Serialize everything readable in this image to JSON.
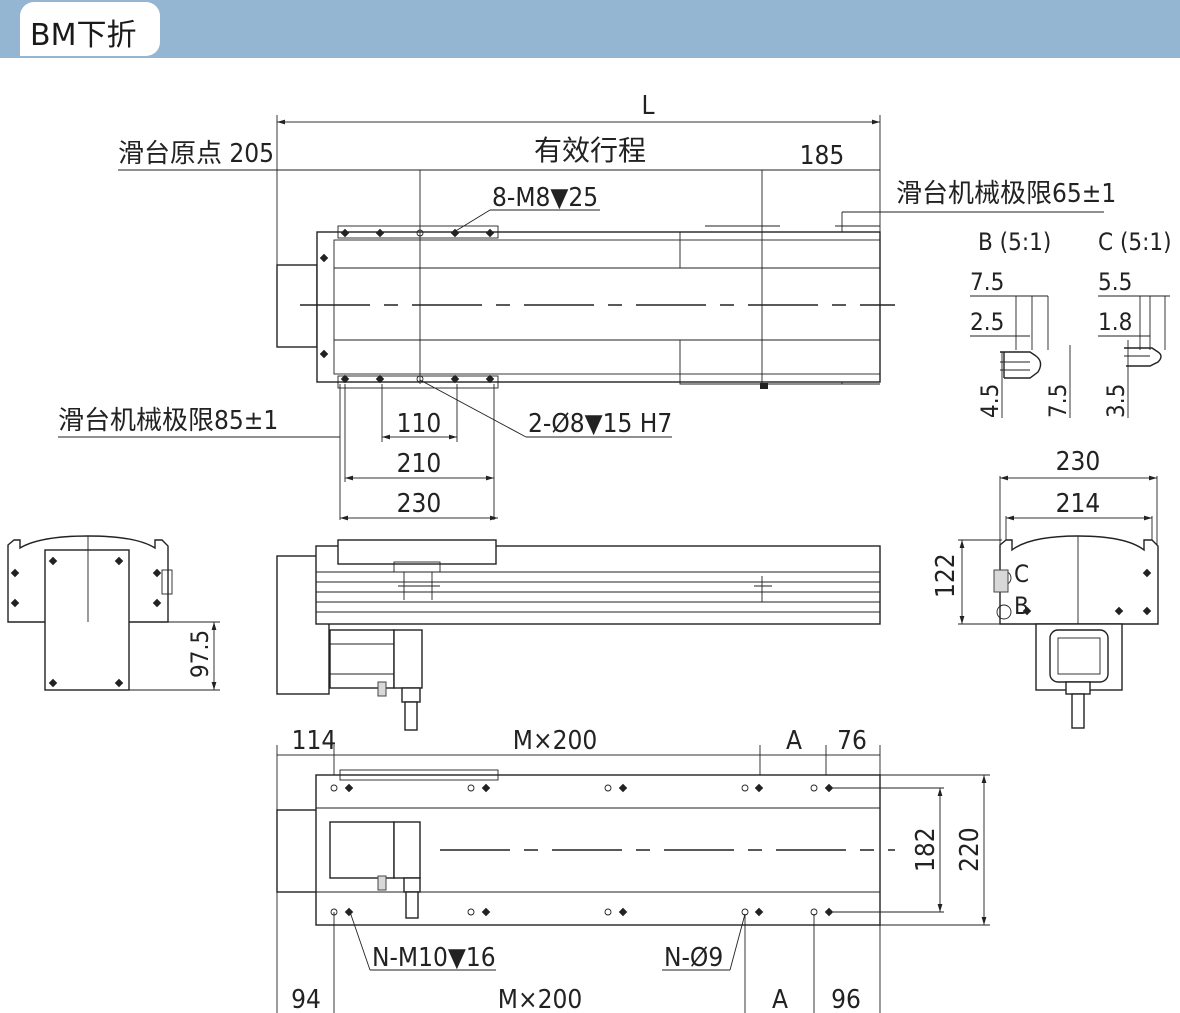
{
  "header": {
    "title": "BM下折"
  },
  "top_view": {
    "L": "L",
    "slide_origin": "滑台原点 205",
    "effective_stroke": "有效行程",
    "end_185": "185",
    "mech_limit_65": "滑台机械极限65±1",
    "holes_top": "8-M8",
    "holes_top_depth": "25",
    "mech_limit_85": "滑台机械极限85±1",
    "pin_holes": "2-Ø8",
    "pin_holes_depth": "15 H7",
    "dim_110": "110",
    "dim_210": "210",
    "dim_230": "230"
  },
  "detail_b": {
    "label": "B (5:1)",
    "d1": "7.5",
    "d2": "2.5",
    "d3": "4.5",
    "d4": "7.5"
  },
  "detail_c": {
    "label": "C (5:1)",
    "d1": "5.5",
    "d2": "1.8",
    "d3": "3.5"
  },
  "side_view": {
    "dim_97_5": "97.5"
  },
  "end_view": {
    "dim_230": "230",
    "dim_214": "214",
    "dim_122": "122",
    "label_c": "C",
    "label_b": "B"
  },
  "bottom_view": {
    "dim_114": "114",
    "m200_top": "M×200",
    "a_top": "A",
    "dim_76": "76",
    "dim_182": "182",
    "dim_220": "220",
    "n_m10": "N-M10",
    "n_m10_depth": "16",
    "n_9": "N-Ø9",
    "dim_94": "94",
    "m200_bottom": "M×200",
    "a_bottom": "A",
    "dim_96": "96"
  }
}
